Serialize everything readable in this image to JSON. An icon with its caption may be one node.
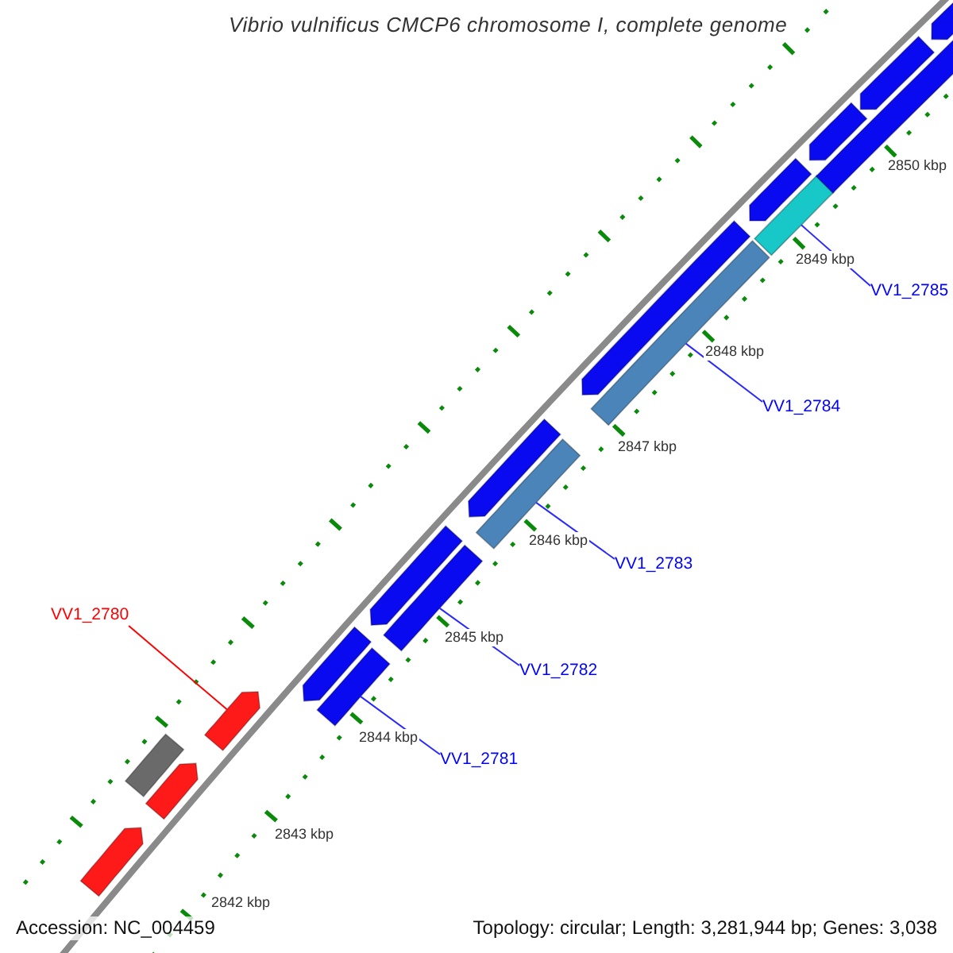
{
  "diagram": {
    "title": "Vibrio vulnificus CMCP6 chromosome I, complete genome",
    "nodes": [
      {
        "text": [
          "VV1_2780"
        ]
      },
      {
        "text": [
          "VV1_2781"
        ]
      },
      {
        "text": [
          "VV1_2782"
        ]
      },
      {
        "text": [
          "VV1_2783"
        ]
      },
      {
        "text": [
          "VV1_2784"
        ]
      },
      {
        "text": [
          "VV1_2785"
        ]
      },
      {
        "text": [],
        "shape": "arrow"
      },
      {
        "text": [],
        "shape": "bar"
      },
      {
        "text": [],
        "shape": "bar"
      },
      {
        "text": [],
        "shape": "bar"
      },
      {
        "text": [],
        "shape": "bar"
      },
      {
        "text": [],
        "shape": "bar"
      },
      {
        "text": [],
        "shape": "arrow"
      },
      {
        "text": [],
        "shape": "box"
      },
      {
        "text": [],
        "shape": "arrow"
      },
      {
        "text": [],
        "shape": "arrow"
      },
      {
        "text": [],
        "shape": "arrow"
      },
      {
        "text": [],
        "shape": "arrow"
      },
      {
        "text": [],
        "shape": "arrow"
      },
      {
        "text": [],
        "shape": "arrow"
      },
      {
        "text": [],
        "shape": "arrow"
      },
      {
        "text": [],
        "shape": "arrow"
      },
      {
        "text": [],
        "shape": "arrow"
      },
      {
        "text": [],
        "shape": "bar"
      }
    ],
    "edges": [
      {
        "from": 0,
        "to": 6,
        "arrow": "none",
        "color": "#ff0000"
      },
      {
        "from": 1,
        "to": 7,
        "arrow": "none"
      },
      {
        "from": 2,
        "to": 8,
        "arrow": "none"
      },
      {
        "from": 3,
        "to": 9,
        "arrow": "none"
      },
      {
        "from": 4,
        "to": 10,
        "arrow": "none"
      },
      {
        "from": 5,
        "to": 11,
        "arrow": "none"
      }
    ],
    "labels": [
      "2850 kbp",
      "2849 kbp",
      "2848 kbp",
      "2847 kbp",
      "2846 kbp",
      "2845 kbp",
      "2844 kbp",
      "2843 kbp",
      "2842 kbp",
      "Accession: NC_004459",
      "Topology: circular; Length: 3,281,944 bp; Genes: 3,038"
    ]
  }
}
